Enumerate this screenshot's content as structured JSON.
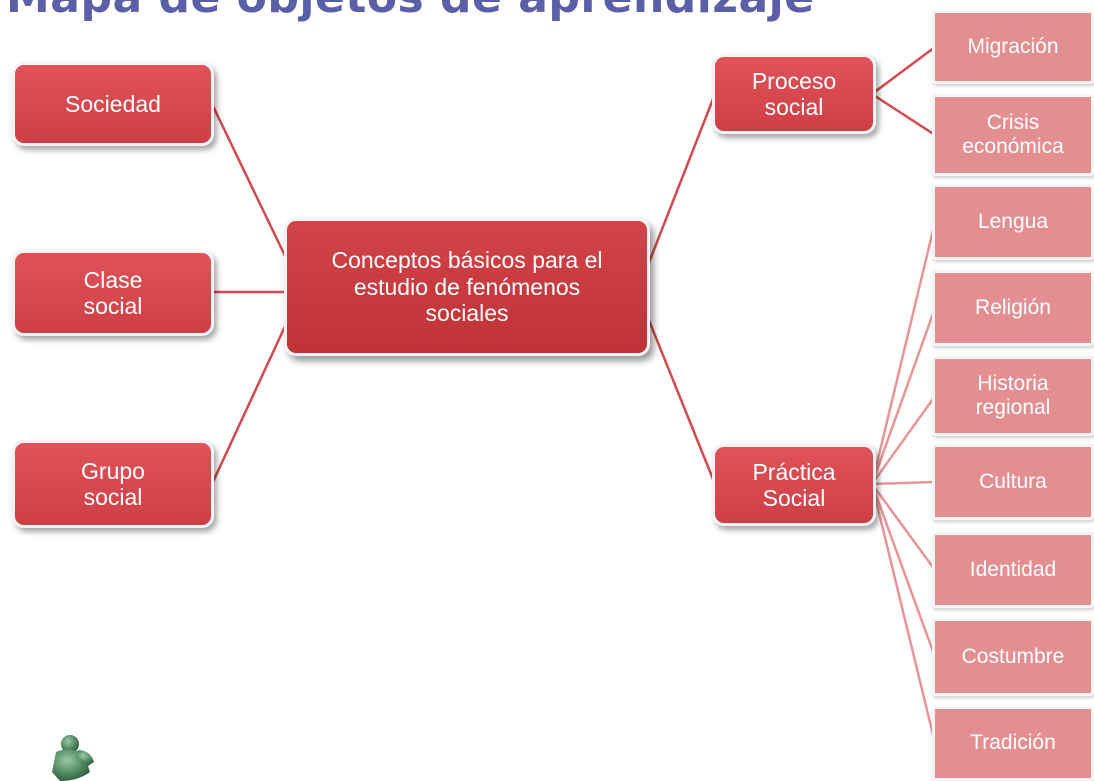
{
  "title": "Mapa de objetos de aprendizaje",
  "colors": {
    "title": "#5b5fa8",
    "dark_box": "#d9484f",
    "light_box": "#e38f91",
    "line": "#d24a50"
  },
  "nodes": {
    "main": "Conceptos básicos para el\nestudio de fenómenos\nsociales",
    "sociedad": "Sociedad",
    "clase_social": "Clase\nsocial",
    "grupo_social": "Grupo\nsocial",
    "proceso_social": "Proceso\nsocial",
    "practica_social": "Práctica\nSocial",
    "migracion": "Migración",
    "crisis_economica": "Crisis\neconómica",
    "lengua": "Lengua",
    "religion": "Religión",
    "historia_regional": "Historia\nregional",
    "cultura": "Cultura",
    "identidad": "Identidad",
    "costumbre": "Costumbre",
    "tradicion": "Tradición"
  },
  "edges": [
    [
      "main",
      "sociedad"
    ],
    [
      "main",
      "clase_social"
    ],
    [
      "main",
      "grupo_social"
    ],
    [
      "main",
      "proceso_social"
    ],
    [
      "main",
      "practica_social"
    ],
    [
      "proceso_social",
      "migracion"
    ],
    [
      "proceso_social",
      "crisis_economica"
    ],
    [
      "practica_social",
      "lengua"
    ],
    [
      "practica_social",
      "religion"
    ],
    [
      "practica_social",
      "historia_regional"
    ],
    [
      "practica_social",
      "cultura"
    ],
    [
      "practica_social",
      "identidad"
    ],
    [
      "practica_social",
      "costumbre"
    ],
    [
      "practica_social",
      "tradicion"
    ]
  ]
}
